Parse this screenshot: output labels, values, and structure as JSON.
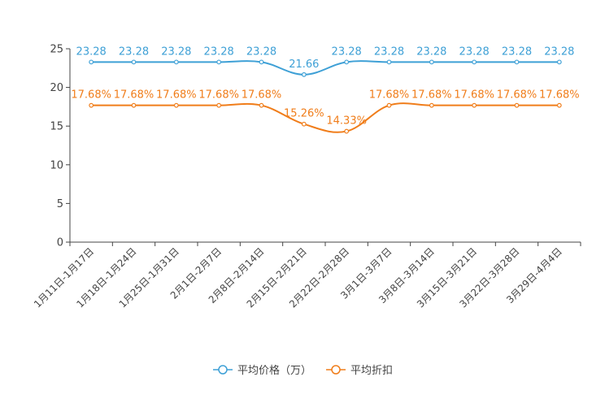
{
  "chart_data": {
    "type": "line",
    "categories": [
      "1月11日-1月17日",
      "1月18日-1月24日",
      "1月25日-1月31日",
      "2月1日-2月7日",
      "2月8日-2月14日",
      "2月15日-2月21日",
      "2月22日-2月28日",
      "3月1日-3月7日",
      "3月8日-3月14日",
      "3月15日-3月21日",
      "3月22日-3月28日",
      "3月29日-4月4日"
    ],
    "series": [
      {
        "name": "平均价格（万）",
        "values": [
          23.28,
          23.28,
          23.28,
          23.28,
          23.28,
          21.66,
          23.28,
          23.28,
          23.28,
          23.28,
          23.28,
          23.28
        ],
        "labels": [
          "23.28",
          "23.28",
          "23.28",
          "23.28",
          "23.28",
          "21.66",
          "23.28",
          "23.28",
          "23.28",
          "23.28",
          "23.28",
          "23.28"
        ],
        "color": "#3ea0d6"
      },
      {
        "name": "平均折扣",
        "values": [
          17.68,
          17.68,
          17.68,
          17.68,
          17.68,
          15.26,
          14.33,
          17.68,
          17.68,
          17.68,
          17.68,
          17.68
        ],
        "labels": [
          "17.68%",
          "17.68%",
          "17.68%",
          "17.68%",
          "17.68%",
          "15.26%",
          "14.33%",
          "17.68%",
          "17.68%",
          "17.68%",
          "17.68%",
          "17.68%"
        ],
        "color": "#f07d1a"
      }
    ],
    "yticks": [
      "0",
      "5",
      "10",
      "15",
      "20",
      "25"
    ],
    "ylim": [
      0,
      25
    ],
    "grid": false,
    "legend": "bottom-center"
  }
}
